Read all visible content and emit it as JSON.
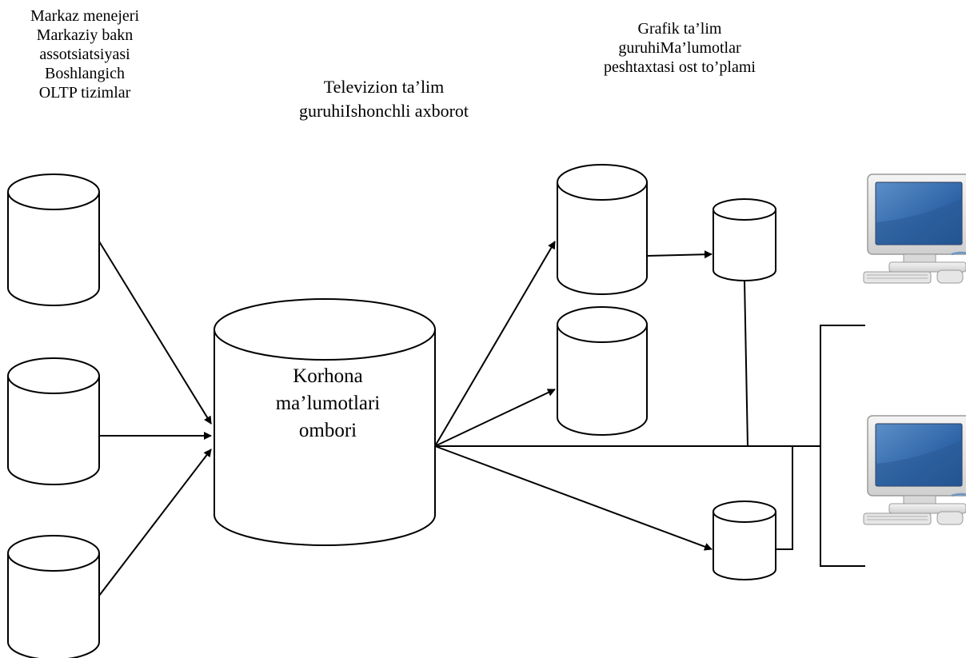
{
  "captions": {
    "sources": [
      "Markaz menejeri",
      "Markaziy bakn",
      "assotsiatsiyasi",
      "Boshlangich",
      "OLTP tizimlar"
    ],
    "tv_group": [
      "Televizion ta’lim",
      "guruhiIshonchli axborot"
    ],
    "graphic_group": [
      "Grafik ta’lim",
      "guruhiMa’lumotlar",
      "peshtaxtasi ost to’plami"
    ]
  },
  "warehouse": {
    "label_lines": [
      "Korhona",
      "ma’lumotlari",
      "ombori"
    ]
  },
  "icons": {
    "database": "cylinder-icon",
    "workstation": "computer-icon"
  }
}
